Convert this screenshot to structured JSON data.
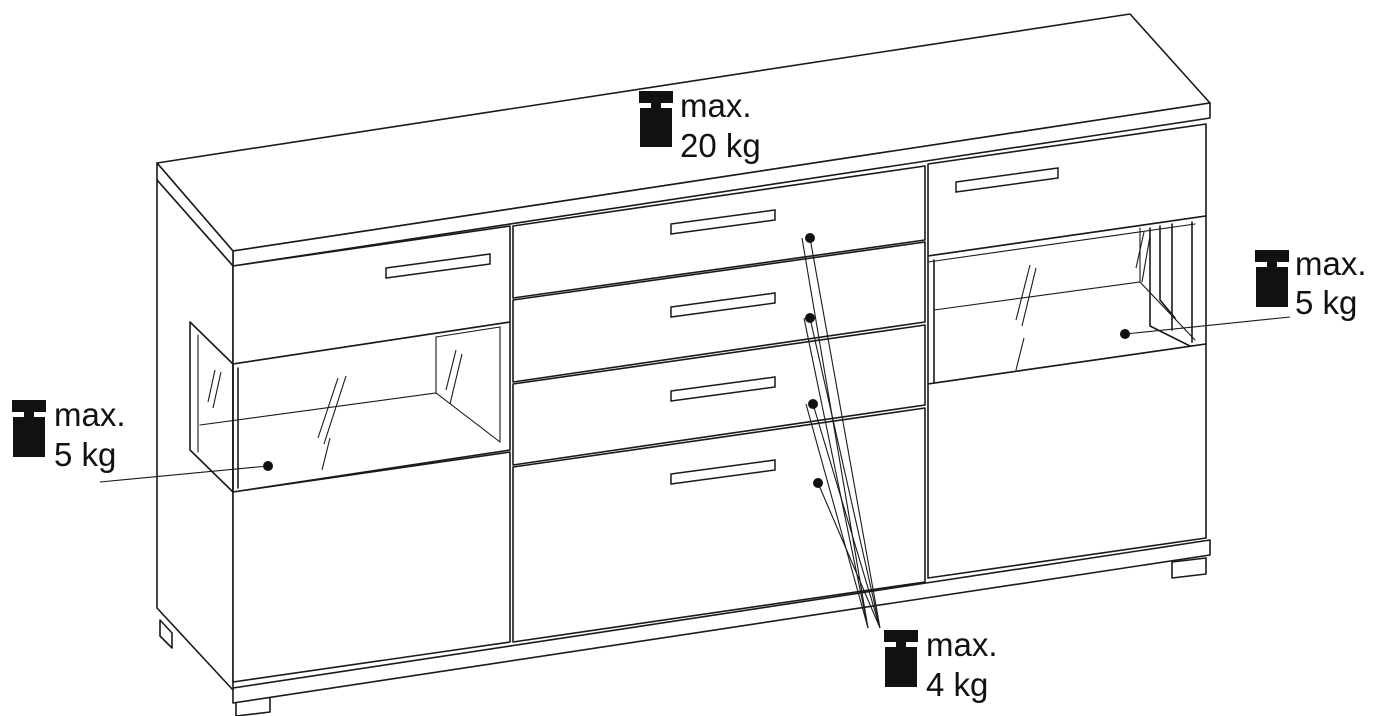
{
  "labels": {
    "top": {
      "line1": "max.",
      "line2": "20 kg"
    },
    "left": {
      "line1": "max.",
      "line2": "5 kg"
    },
    "right": {
      "line1": "max.",
      "line2": "5 kg"
    },
    "drawers": {
      "line1": "max.",
      "line2": "4 kg"
    }
  },
  "icons": {
    "top": "weight-icon",
    "left": "weight-icon",
    "right": "weight-icon",
    "drawers": "weight-icon"
  },
  "colors": {
    "ink": "#111111",
    "paper": "#ffffff"
  }
}
